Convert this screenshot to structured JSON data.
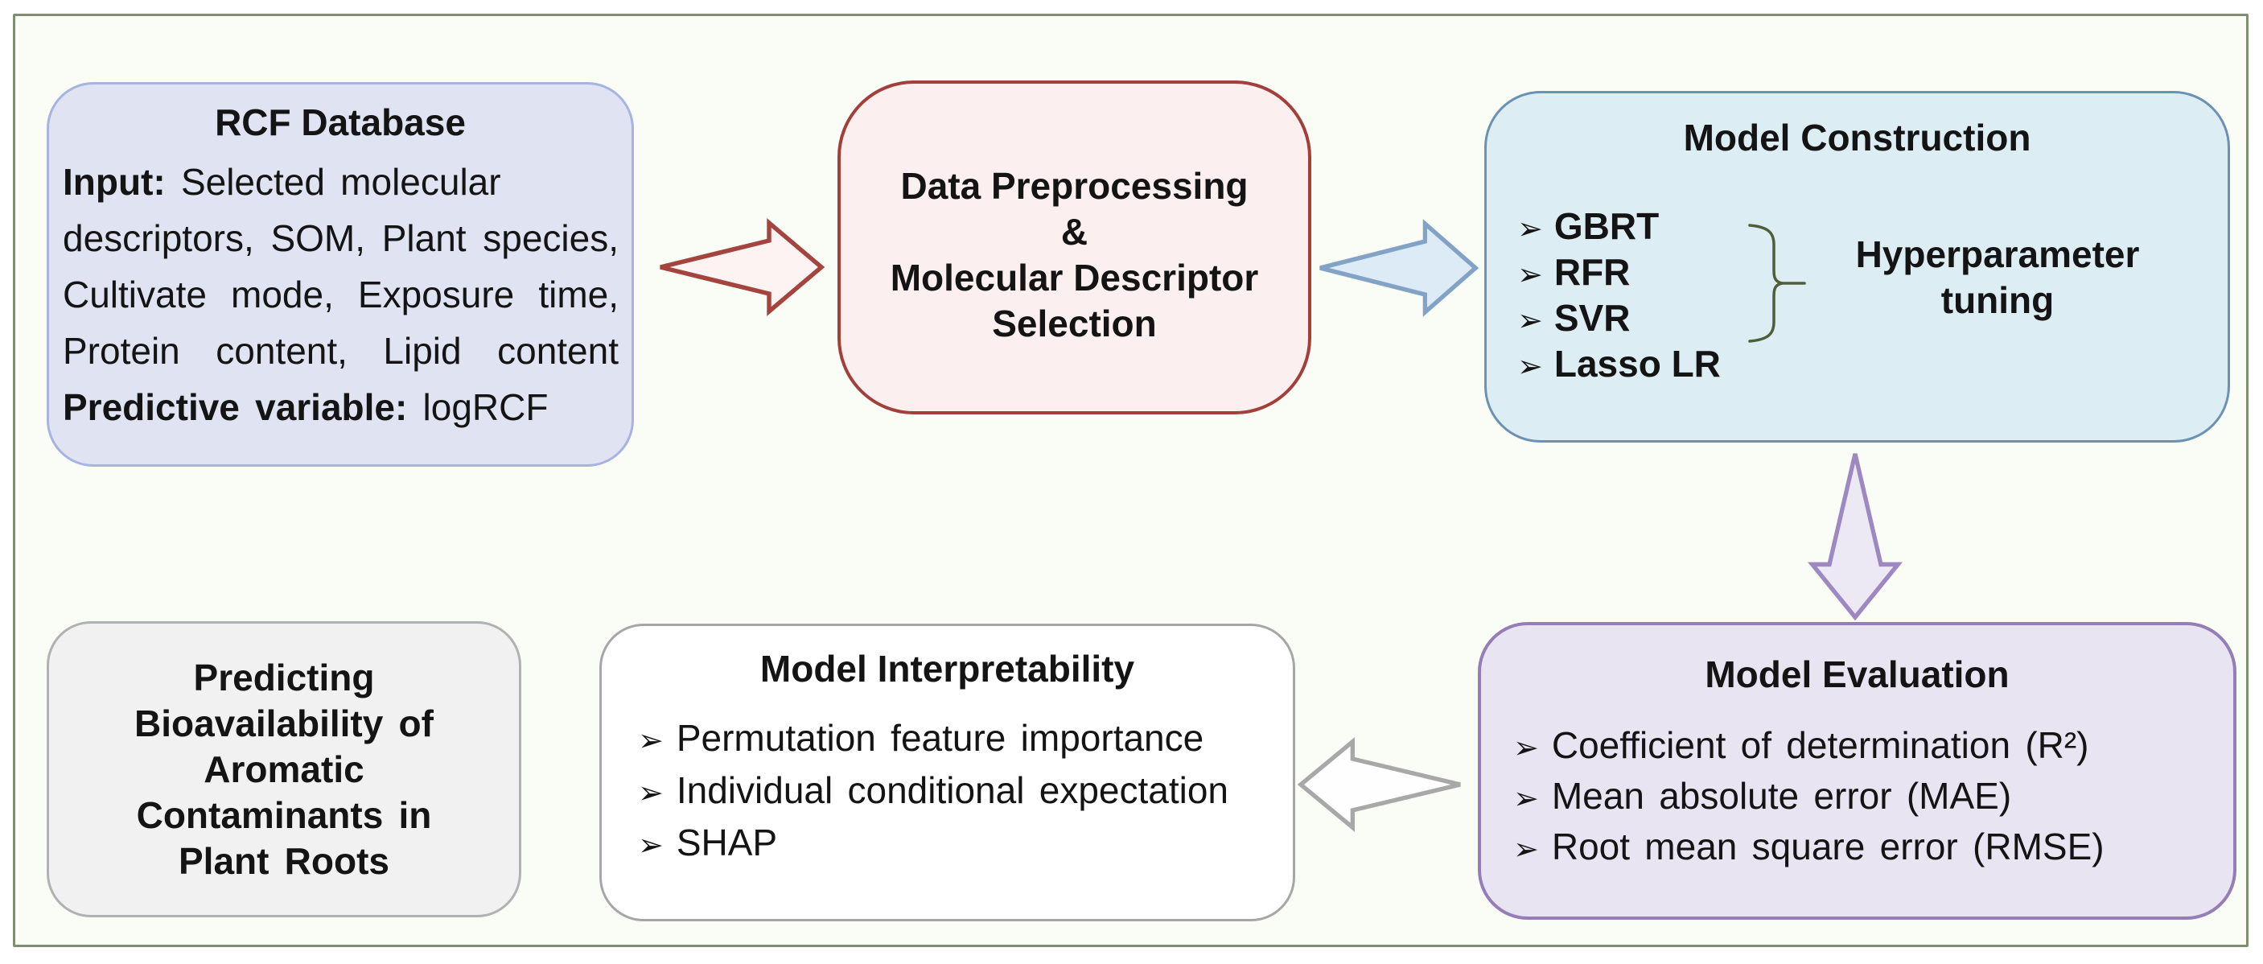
{
  "icons": {
    "bullet": "➢"
  },
  "boxes": {
    "rcf": {
      "title": "RCF Database",
      "input_label": "Input:",
      "input_rest": " Selected molecular",
      "line2": "descriptors, SOM, Plant species,",
      "line3": "Cultivate mode, Exposure time,",
      "line4": "Protein content, Lipid content",
      "predictive_label": "Predictive variable:",
      "predictive_value": " logRCF"
    },
    "preprocessing": {
      "line1": "Data Preprocessing",
      "line2": "&",
      "line3": "Molecular Descriptor",
      "line4": "Selection"
    },
    "construction": {
      "title": "Model Construction",
      "items": [
        "GBRT",
        "RFR",
        "SVR",
        "Lasso LR"
      ],
      "annotation_line1": "Hyperparameter",
      "annotation_line2": "tuning"
    },
    "evaluation": {
      "title": "Model Evaluation",
      "items": [
        "Coefficient of determination (R²)",
        "Mean absolute error (MAE)",
        "Root mean square error (RMSE)"
      ]
    },
    "interpretability": {
      "title": "Model Interpretability",
      "items": [
        "Permutation feature importance",
        "Individual conditional expectation",
        "SHAP"
      ]
    },
    "outcome": {
      "line1": "Predicting",
      "line2": "Bioavailability of",
      "line3": "Aromatic",
      "line4": "Contaminants in",
      "line5": "Plant Roots"
    }
  },
  "colors": {
    "text": "#141414",
    "canvas_bg": "#fafcf6",
    "frame_border": "#7e8e6e",
    "rcf_bg": "#e0e3f1",
    "rcf_border": "#a7b3e1",
    "pre_bg": "#fcefef",
    "pre_border": "#a23f3b",
    "con_bg": "#ddedf4",
    "con_border": "#6c92b3",
    "eva_bg": "#e9e4f1",
    "eva_border": "#957eb5",
    "int_bg": "#ffffff",
    "int_border": "#a6a6a6",
    "out_bg": "#f1f1f2",
    "out_border": "#b1b1b1",
    "arrow_red_stroke": "#a4443e",
    "arrow_red_fill": "#fdf3f3",
    "arrow_blue_stroke": "#82a3c6",
    "arrow_blue_fill": "#dcebf5",
    "arrow_purple_stroke": "#9e88c1",
    "arrow_purple_fill": "#ece8f4",
    "arrow_gray_stroke": "#a8a8a8",
    "arrow_gray_fill": "#fefefe",
    "brace": "#4c5f38"
  }
}
